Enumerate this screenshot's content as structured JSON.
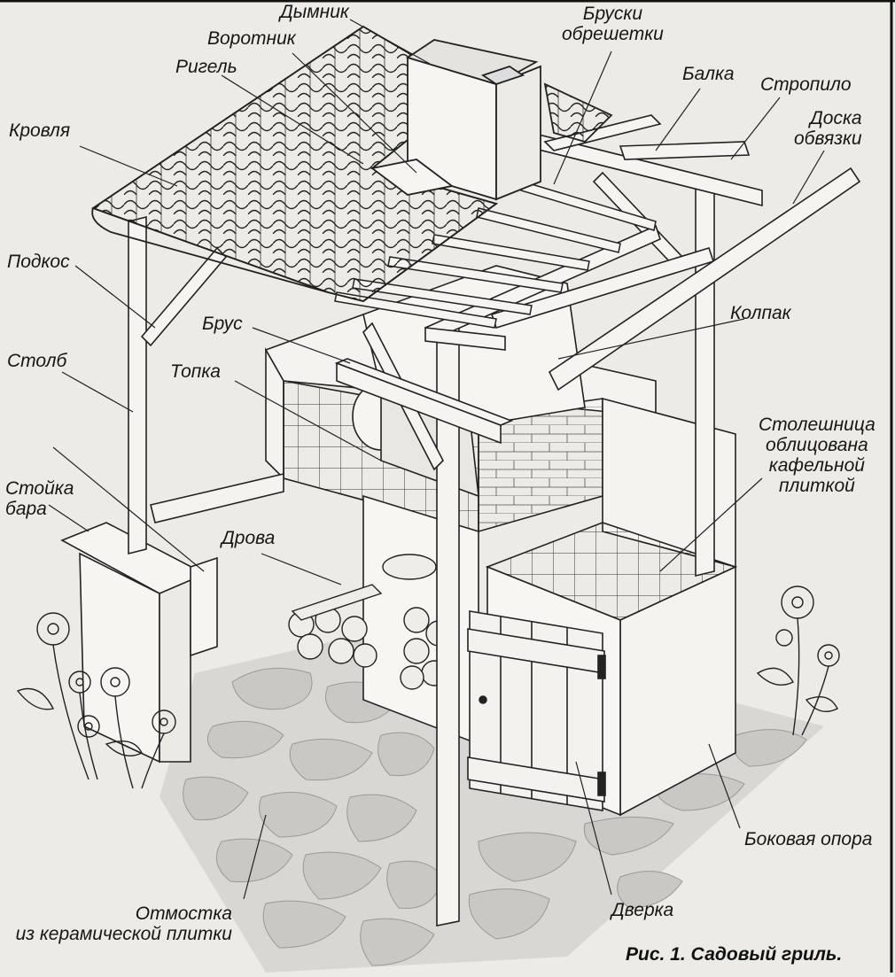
{
  "labels": {
    "chimney": "Дымник",
    "collar": "Воротник",
    "battens": "Бруски\nобрешетки",
    "crossbar": "Ригель",
    "beam": "Балка",
    "rafter": "Стропило",
    "roofing": "Кровля",
    "tie_board": "Доска\nобвязки",
    "brace": "Подкос",
    "timber": "Брус",
    "hood": "Колпак",
    "post": "Столб",
    "firebox": "Топка",
    "countertop": "Столешница\nоблицована\nкафельной\nплиткой",
    "bar_stand": "Стойка\nбара",
    "firewood": "Дрова",
    "side_support": "Боковая опора",
    "paving": "Отмостка\nиз керамической плитки",
    "door": "Дверка"
  },
  "caption": "Рис. 1. Садовый гриль."
}
